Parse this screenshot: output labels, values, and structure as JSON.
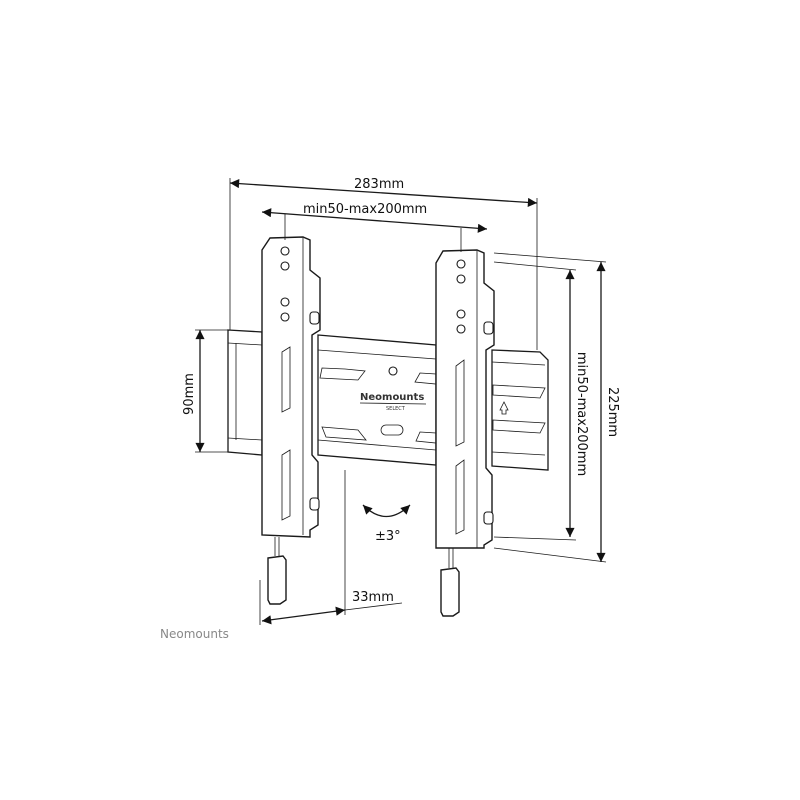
{
  "dimensions": {
    "total_width": "283mm",
    "hole_spacing_horizontal": "min50-max200mm",
    "rail_height": "90mm",
    "hole_spacing_vertical": "min50-max200mm",
    "total_height": "225mm",
    "wall_distance": "33mm",
    "tilt": "±3°"
  },
  "product_logo": {
    "name": "Neomounts",
    "sub": "SELECT"
  },
  "footer_brand": "Neomounts"
}
